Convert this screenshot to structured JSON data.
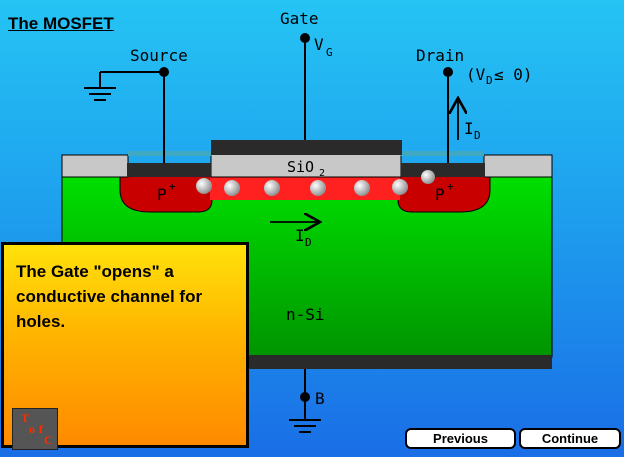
{
  "title": "The MOSFET",
  "labels": {
    "gate": "Gate",
    "vg": "V",
    "vg_sub": "G",
    "source": "Source",
    "drain": "Drain",
    "vd_condition_open": "(V",
    "vd_sub": "D",
    "vd_condition_close": " ≤ 0)",
    "id": "I",
    "id_sub": "D",
    "oxide": "SiO",
    "oxide_sub": "2",
    "p_plus": "P",
    "plus": "+",
    "substrate": "n-Si",
    "body": "B"
  },
  "info": {
    "text": "The Gate \"opens\" a conductive channel for holes."
  },
  "toc": {
    "t": "T",
    "o": "o",
    "f": "f",
    "c": "C"
  },
  "nav": {
    "previous": "Previous",
    "continue": "Continue"
  },
  "colors": {
    "substrate": "#00c800",
    "p_region": "#c80000",
    "channel": "#ff2020",
    "metal": "#2a2a2a",
    "oxide": "#c8c8c8"
  }
}
